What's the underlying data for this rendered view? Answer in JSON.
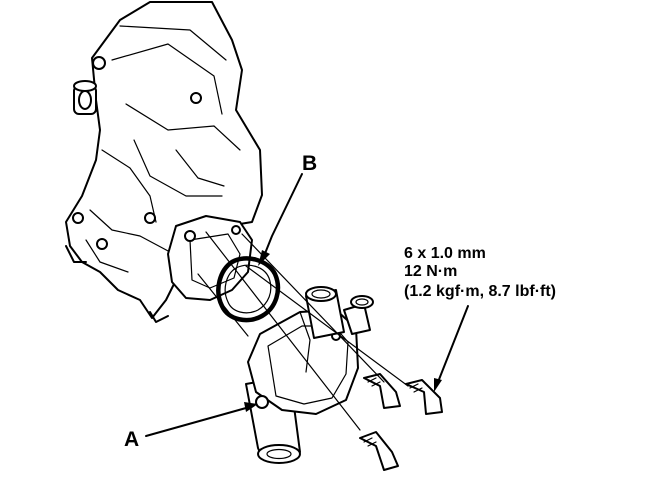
{
  "labels": {
    "part_a": "A",
    "part_b": "B"
  },
  "spec": {
    "bolt_size": "6 x 1.0 mm",
    "torque_nm": "12 N·m",
    "torque_alt": "(1.2 kgf·m, 8.7 lbf·ft)"
  }
}
